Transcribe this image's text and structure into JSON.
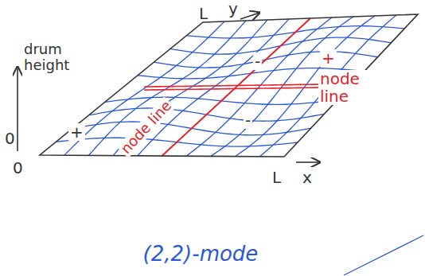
{
  "diagram": {
    "caption": "(2,2)-mode",
    "labels": [
      "drum height",
      "y",
      "L",
      "0",
      "0",
      "L",
      "x",
      "+",
      "-",
      "+",
      "-",
      "node line",
      "node line"
    ]
  }
}
